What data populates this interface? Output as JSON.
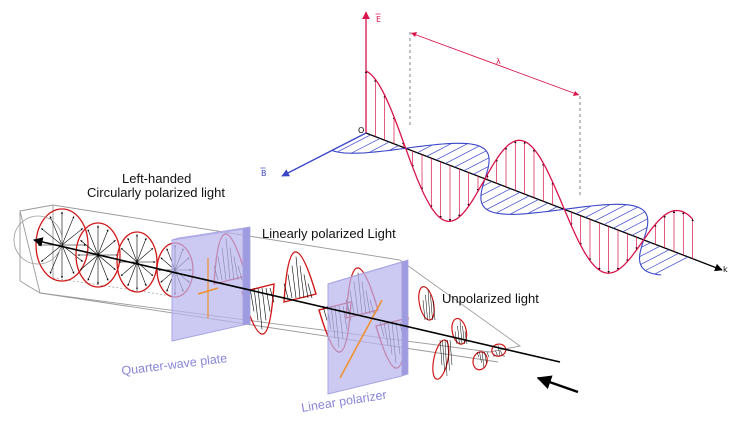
{
  "labels": {
    "left_handed": "Left-handed",
    "circularly": "Circularly polarized light",
    "linearly": "Linearly polarized Light",
    "unpolarized": "Unpolarized light",
    "quarter_wave": "Quarter-wave plate",
    "linear_polarizer": "Linear polarizer"
  },
  "axes": {
    "e": "E",
    "b": "B",
    "k": "k",
    "origin": "O",
    "lambda": "λ"
  },
  "colors": {
    "e_field": "#d8144a",
    "b_field": "#3a46c8",
    "wave_red": "#d01818",
    "plate_fill": "#b9b6ef",
    "plate_label": "#8a86d8",
    "arrow_black": "#000000"
  }
}
